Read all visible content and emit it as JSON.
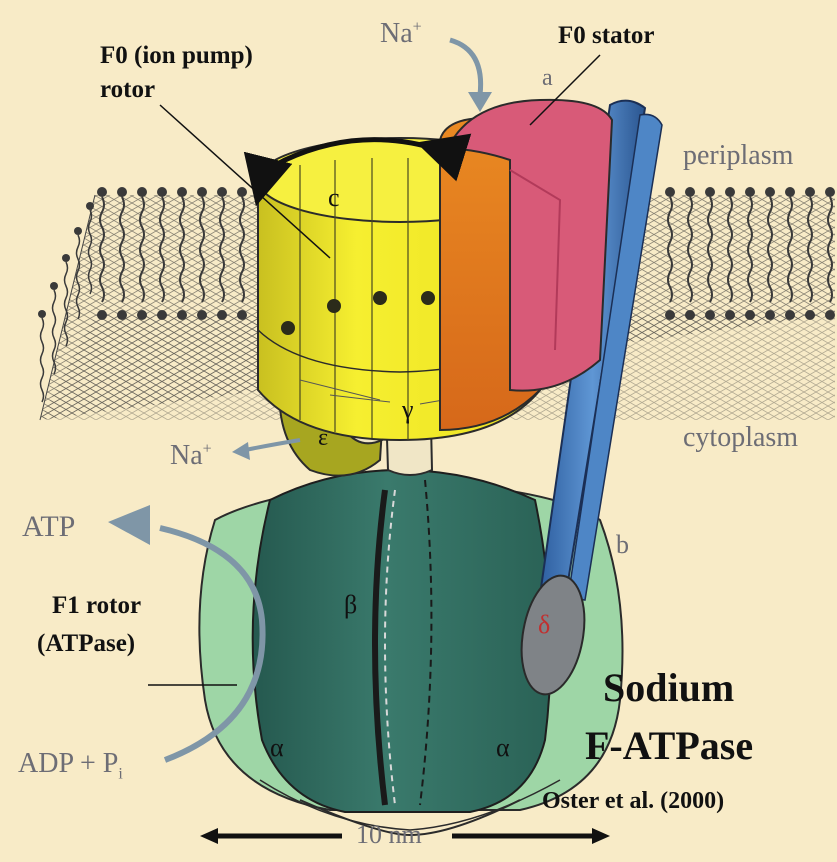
{
  "labels": {
    "fo_rotor_line1": "F0 (ion pump)",
    "fo_rotor_line2": "rotor",
    "fo_stator": "F0 stator",
    "na_in_base": "Na",
    "na_in_sup": "+",
    "subunit_a": "a",
    "subunit_c": "c",
    "periplasm": "periplasm",
    "cytoplasm": "cytoplasm",
    "na_out_base": "Na",
    "na_out_sup": "+",
    "epsilon": "ε",
    "gamma": "γ",
    "atp": "ATP",
    "subunit_b": "b",
    "f1_rotor_line1": "F1 rotor",
    "f1_rotor_line2": "(ATPase)",
    "beta": "β",
    "delta": "δ",
    "alpha_left": "α",
    "alpha_right": "α",
    "adp_base": "ADP + P",
    "adp_sub": "i",
    "title_line1": "Sodium",
    "title_line2": "F-ATPase",
    "citation": "Oster et al. (2000)",
    "scale": "10 nm"
  },
  "colors": {
    "background": "#f8ebc7",
    "rotor_yellow": "#f2ea2a",
    "stator_pink": "#d85a78",
    "stator_orange": "#e87a1a",
    "stalk_blue": "#3c6fb4",
    "beta_teal": "#2f6e62",
    "alpha_green": "#9ed6a6",
    "epsilon_olive": "#a7a620",
    "arrow_grey": "#7f96a7"
  }
}
